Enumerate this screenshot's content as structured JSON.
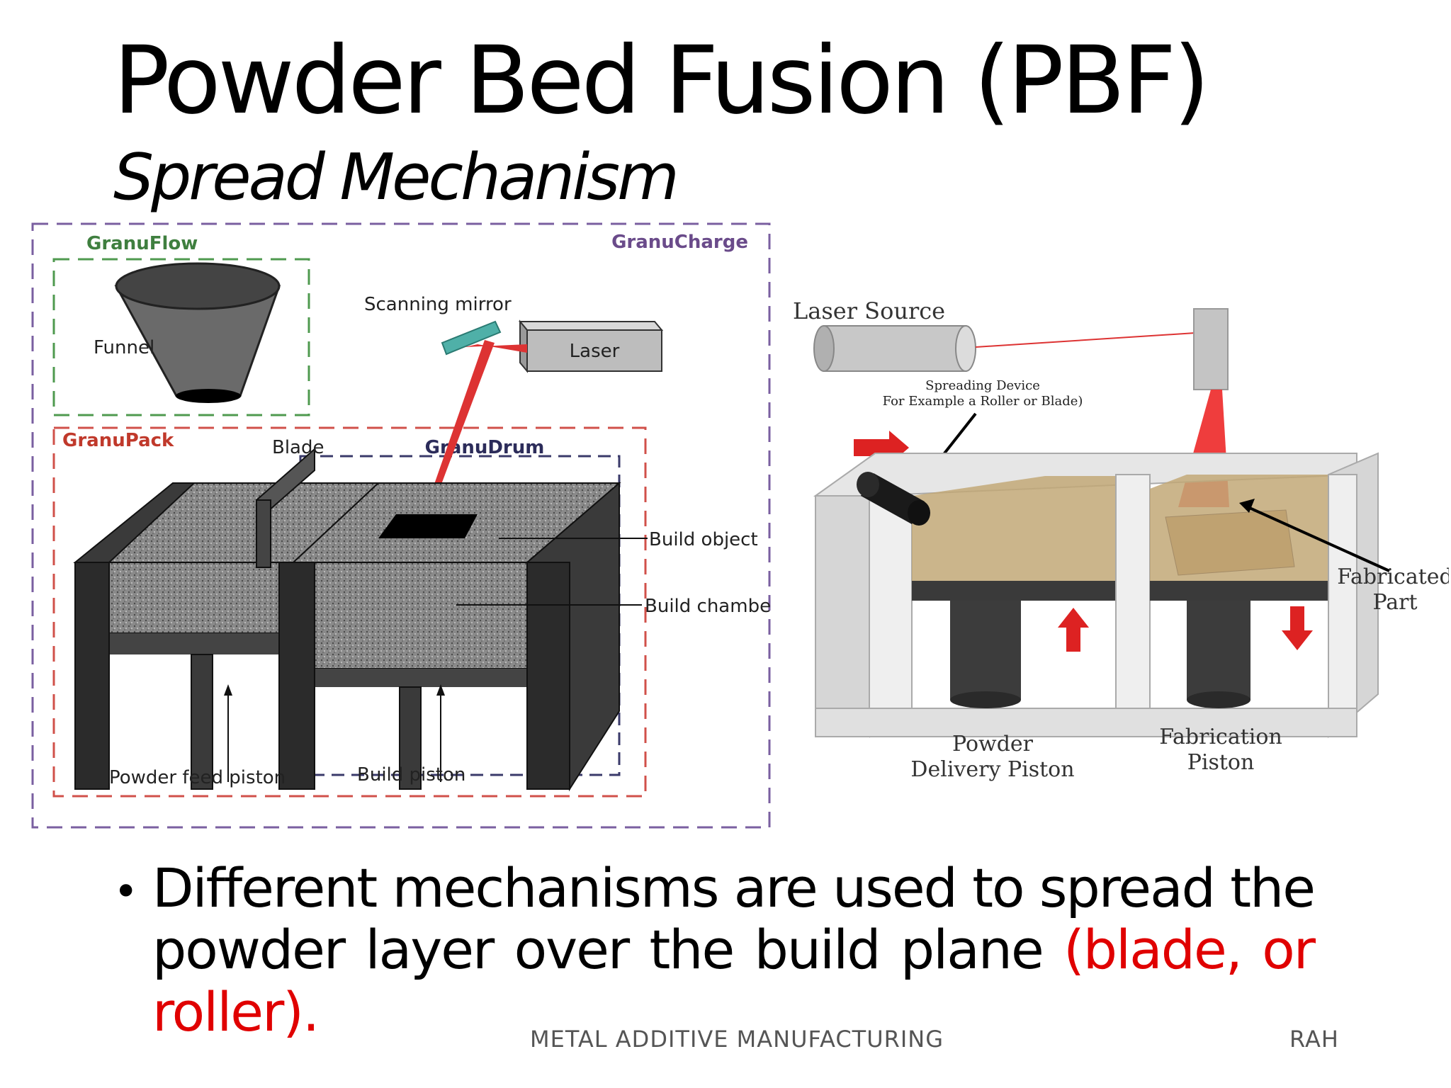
{
  "title": "Powder Bed Fusion (PBF)",
  "subtitle": "Spread Mechanism",
  "left_figure": {
    "granuflow": "GranuFlow",
    "granucharge": "GranuCharge",
    "granupack": "GranuPack",
    "granudrum": "GranuDrum",
    "funnel": "Funnel",
    "scanning_mirror": "Scanning mirror",
    "laser": "Laser",
    "blade": "Blade",
    "build_object": "Build object",
    "build_chamber": "Build chamber",
    "powder_feed_piston": "Powder feed piston",
    "build_piston": "Build piston"
  },
  "right_figure": {
    "laser_source": "Laser Source",
    "spreading_device_line1": "Spreading Device",
    "spreading_device_line2": "For Example a Roller or Blade)",
    "fabricated_line1": "Fabricated",
    "fabricated_line2": "Part",
    "powder_line1": "Powder",
    "powder_line2": "Delivery Piston",
    "fabrication_line1": "Fabrication",
    "fabrication_line2": "Piston"
  },
  "bullet": {
    "text_main": "Different mechanisms are used to spread the powder layer over the build plane ",
    "text_highlight": "(blade, or roller)."
  },
  "footer": {
    "center": "METAL ADDITIVE MANUFACTURING",
    "right": "RAH"
  },
  "colors": {
    "granuflow": "#3f7f3f",
    "granucharge": "#6a4b8a",
    "granupack": "#c0392b",
    "granudrum": "#2c2c5a",
    "highlight": "#e00000"
  }
}
